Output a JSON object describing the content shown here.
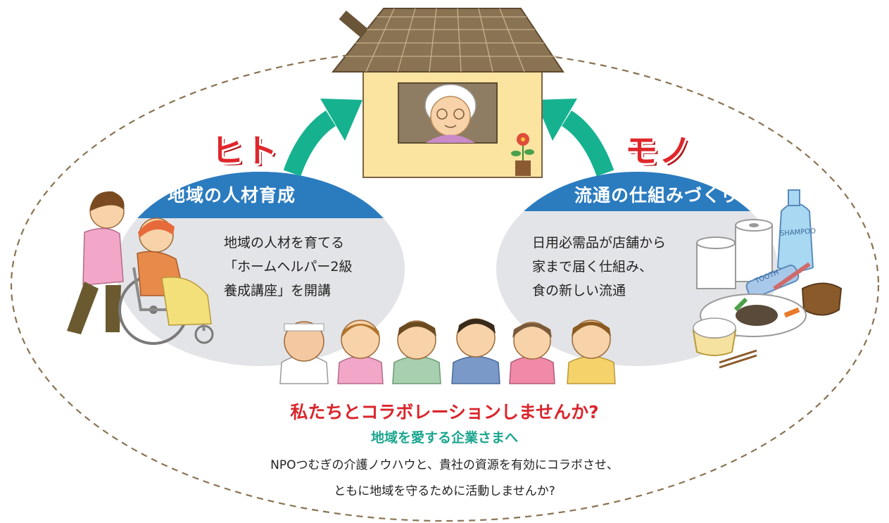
{
  "labels": {
    "hito": "ヒト",
    "mono": "モノ"
  },
  "left_bubble": {
    "title": "地域の人材育成",
    "lines": [
      "地域の人材を育てる",
      "「ホームヘルパー2級",
      "養成講座」を開講"
    ]
  },
  "right_bubble": {
    "title": "流通の仕組みづくり",
    "lines": [
      "日用必需品が店舗から",
      "家まで届く仕組み、",
      "食の新しい流通"
    ]
  },
  "products": {
    "shampoo": "SHAMPOO",
    "tooth": "TOOTH"
  },
  "footer": {
    "headline": "私たちとコラボレーションしませんか?",
    "subheading": "地域を愛する企業さまへ",
    "body_line1": "NPOつむぎの介護ノウハウと、貴社の資源を有効にコラボさせ、",
    "body_line2": "ともに地域を守るために活動しませんか?"
  },
  "colors": {
    "bubble_bg": "#e3e4e7",
    "bubble_header": "#2b7bbf",
    "arrow": "#16b290",
    "accent_red": "#e0262b",
    "accent_green": "#1aa58e",
    "house_wall": "#fbe3a0",
    "house_roof": "#8a7352",
    "dash_ring": "#8a7352"
  }
}
